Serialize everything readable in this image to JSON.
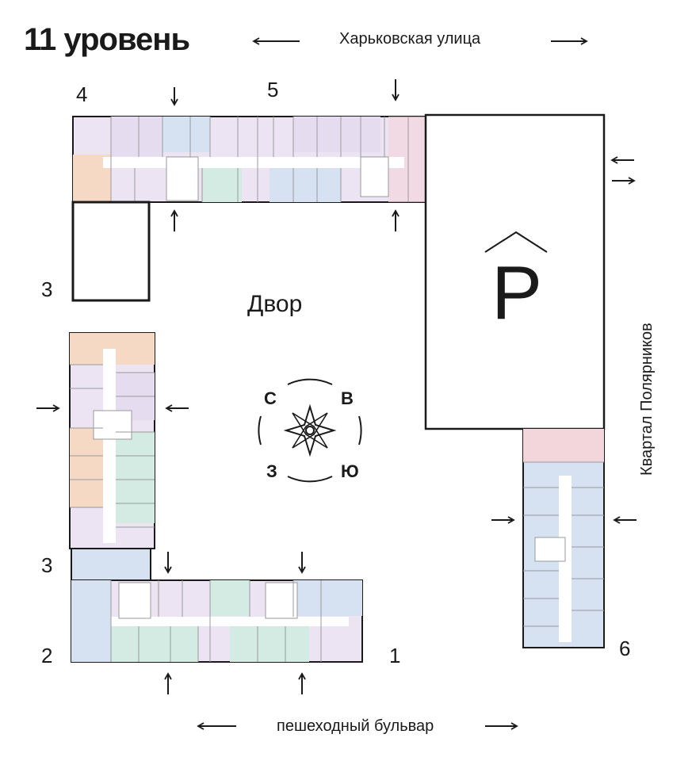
{
  "title": "11 уровень",
  "streets": {
    "top": "Харьковская улица",
    "bottom": "пешеходный бульвар",
    "right": "Квартал Полярников"
  },
  "sections": {
    "s1": "1",
    "s2": "2",
    "s3_lower": "3",
    "s3_upper": "3",
    "s4": "4",
    "s5": "5",
    "s6": "6"
  },
  "yard_label": "Двор",
  "parking_label": "P",
  "compass": {
    "north": "С",
    "east": "В",
    "west": "З",
    "south": "Ю"
  },
  "colors": {
    "outline": "#1a1a1a",
    "apt_purple": "#e6dcef",
    "apt_blue": "#d6e2f1",
    "apt_green": "#d3ebe2",
    "apt_orange": "#f6d9c4",
    "apt_pink": "#f3d6dc",
    "apt_lavender": "#ece4f3"
  },
  "icons": [
    "arrow-left-icon",
    "arrow-right-icon",
    "arrow-down-icon",
    "arrow-up-icon",
    "compass-rose-icon",
    "parking-roof-icon"
  ]
}
